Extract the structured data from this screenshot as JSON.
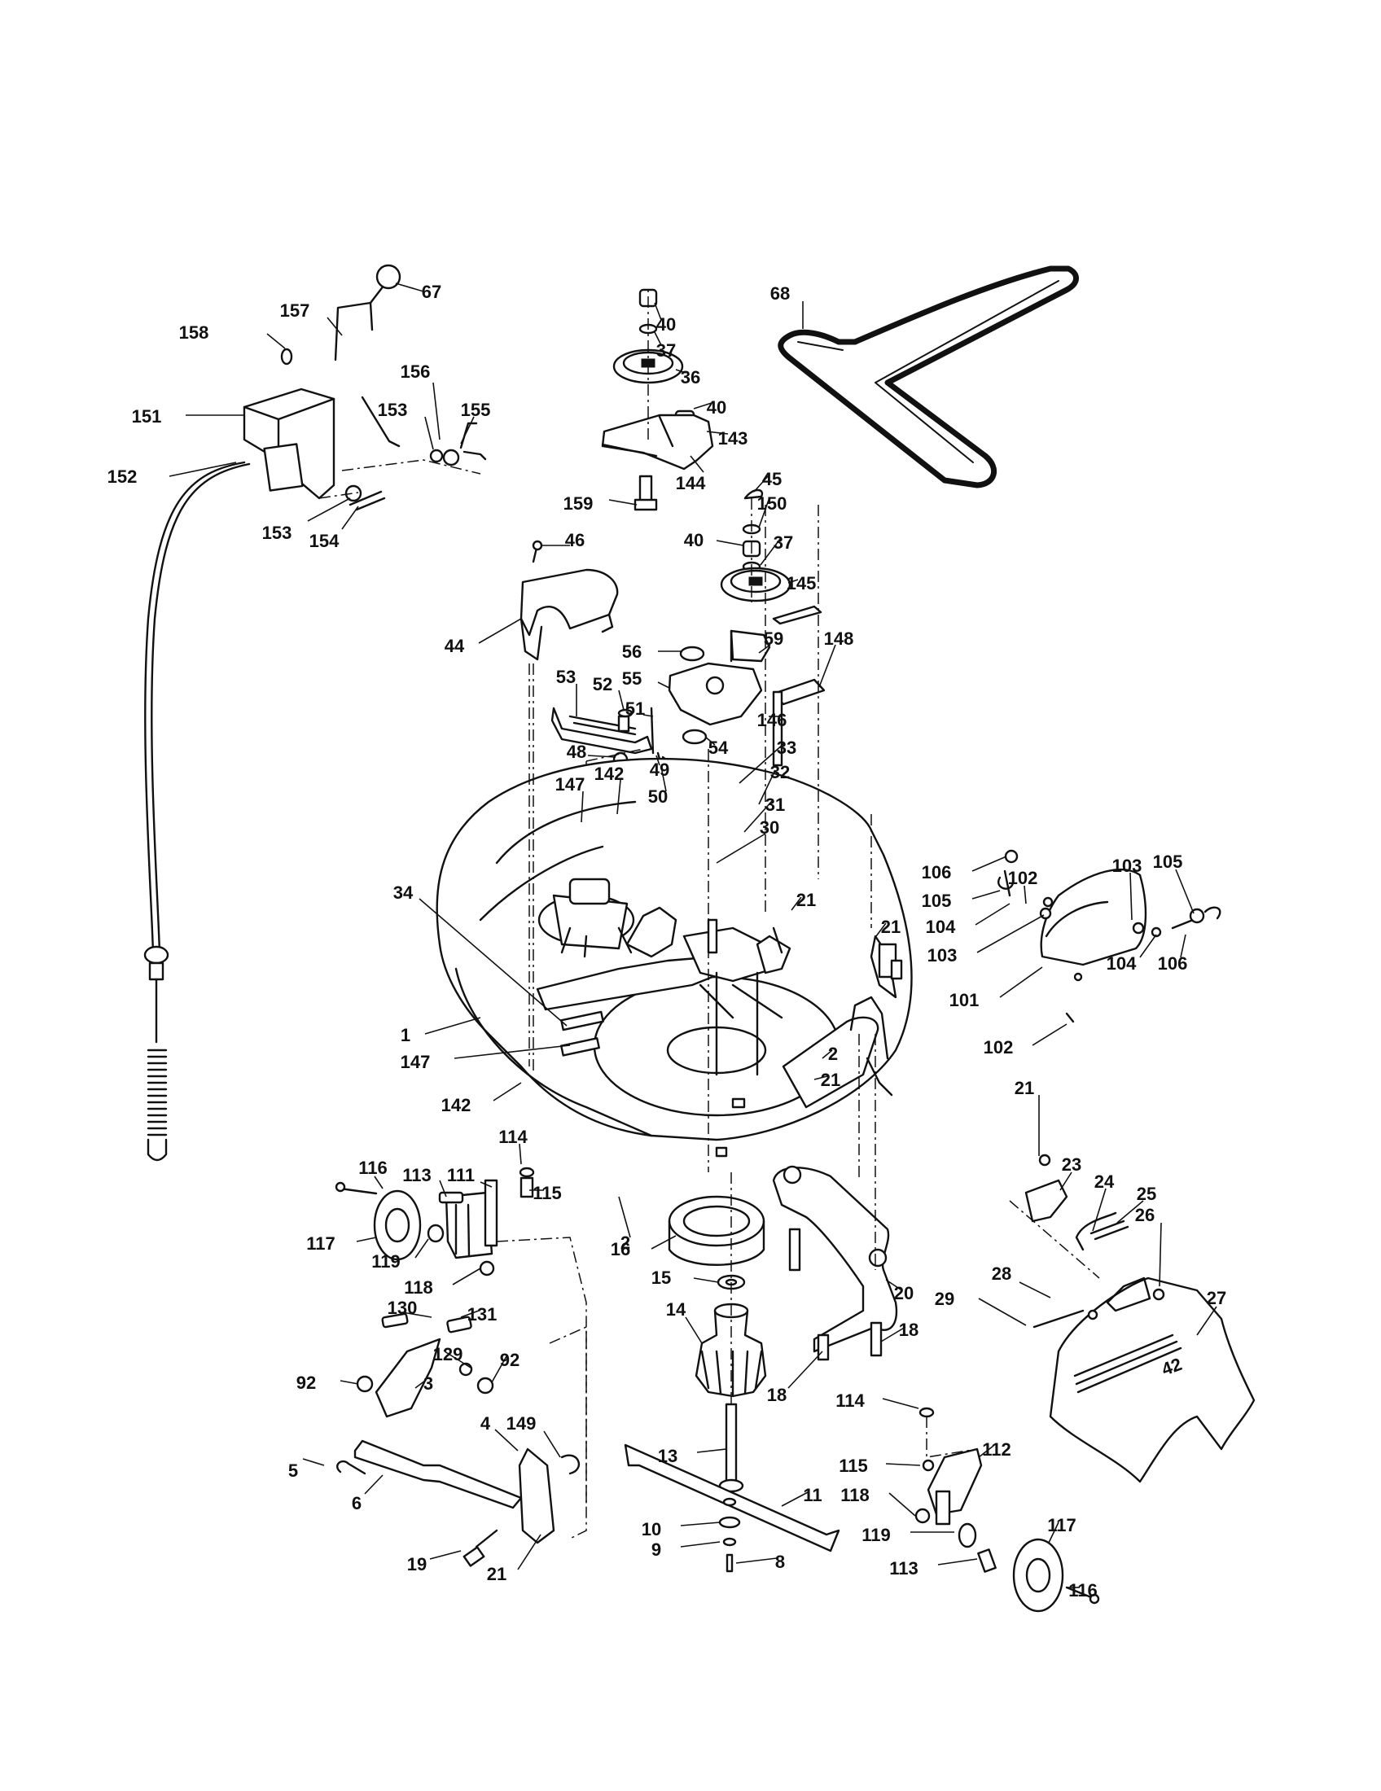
{
  "callouts": [
    {
      "id": "1",
      "text": "1"
    },
    {
      "id": "2a",
      "text": "2"
    },
    {
      "id": "2b",
      "text": "2"
    },
    {
      "id": "3",
      "text": "3"
    },
    {
      "id": "4",
      "text": "4"
    },
    {
      "id": "5",
      "text": "5"
    },
    {
      "id": "6",
      "text": "6"
    },
    {
      "id": "8",
      "text": "8"
    },
    {
      "id": "9",
      "text": "9"
    },
    {
      "id": "10",
      "text": "10"
    },
    {
      "id": "11",
      "text": "11"
    },
    {
      "id": "13",
      "text": "13"
    },
    {
      "id": "14",
      "text": "14"
    },
    {
      "id": "15",
      "text": "15"
    },
    {
      "id": "16",
      "text": "16"
    },
    {
      "id": "18a",
      "text": "18"
    },
    {
      "id": "18b",
      "text": "18"
    },
    {
      "id": "19",
      "text": "19"
    },
    {
      "id": "20",
      "text": "20"
    },
    {
      "id": "21a",
      "text": "21"
    },
    {
      "id": "21b",
      "text": "21"
    },
    {
      "id": "21c",
      "text": "21"
    },
    {
      "id": "21d",
      "text": "21"
    },
    {
      "id": "21e",
      "text": "21"
    },
    {
      "id": "23",
      "text": "23"
    },
    {
      "id": "24",
      "text": "24"
    },
    {
      "id": "25",
      "text": "25"
    },
    {
      "id": "26",
      "text": "26"
    },
    {
      "id": "27",
      "text": "27"
    },
    {
      "id": "28",
      "text": "28"
    },
    {
      "id": "29",
      "text": "29"
    },
    {
      "id": "30",
      "text": "30"
    },
    {
      "id": "31",
      "text": "31"
    },
    {
      "id": "32",
      "text": "32"
    },
    {
      "id": "33",
      "text": "33"
    },
    {
      "id": "34",
      "text": "34"
    },
    {
      "id": "36",
      "text": "36"
    },
    {
      "id": "37a",
      "text": "37"
    },
    {
      "id": "37b",
      "text": "37"
    },
    {
      "id": "40a",
      "text": "40"
    },
    {
      "id": "40b",
      "text": "40"
    },
    {
      "id": "40c",
      "text": "40"
    },
    {
      "id": "44",
      "text": "44"
    },
    {
      "id": "45",
      "text": "45"
    },
    {
      "id": "46",
      "text": "46"
    },
    {
      "id": "48",
      "text": "48"
    },
    {
      "id": "49",
      "text": "49"
    },
    {
      "id": "50",
      "text": "50"
    },
    {
      "id": "51",
      "text": "51"
    },
    {
      "id": "52",
      "text": "52"
    },
    {
      "id": "53",
      "text": "53"
    },
    {
      "id": "54",
      "text": "54"
    },
    {
      "id": "55",
      "text": "55"
    },
    {
      "id": "56",
      "text": "56"
    },
    {
      "id": "59",
      "text": "59"
    },
    {
      "id": "67",
      "text": "67"
    },
    {
      "id": "68",
      "text": "68"
    },
    {
      "id": "92a",
      "text": "92"
    },
    {
      "id": "92b",
      "text": "92"
    },
    {
      "id": "101",
      "text": "101"
    },
    {
      "id": "102a",
      "text": "102"
    },
    {
      "id": "102b",
      "text": "102"
    },
    {
      "id": "103a",
      "text": "103"
    },
    {
      "id": "103b",
      "text": "103"
    },
    {
      "id": "104a",
      "text": "104"
    },
    {
      "id": "104b",
      "text": "104"
    },
    {
      "id": "105a",
      "text": "105"
    },
    {
      "id": "105b",
      "text": "105"
    },
    {
      "id": "106a",
      "text": "106"
    },
    {
      "id": "106b",
      "text": "106"
    },
    {
      "id": "111",
      "text": "111"
    },
    {
      "id": "112",
      "text": "112"
    },
    {
      "id": "113a",
      "text": "113"
    },
    {
      "id": "113b",
      "text": "113"
    },
    {
      "id": "114a",
      "text": "114"
    },
    {
      "id": "114b",
      "text": "114"
    },
    {
      "id": "115a",
      "text": "115"
    },
    {
      "id": "115b",
      "text": "115"
    },
    {
      "id": "116a",
      "text": "116"
    },
    {
      "id": "116b",
      "text": "116"
    },
    {
      "id": "117a",
      "text": "117"
    },
    {
      "id": "117b",
      "text": "117"
    },
    {
      "id": "118a",
      "text": "118"
    },
    {
      "id": "118b",
      "text": "118"
    },
    {
      "id": "119a",
      "text": "119"
    },
    {
      "id": "119b",
      "text": "119"
    },
    {
      "id": "129",
      "text": "129"
    },
    {
      "id": "130",
      "text": "130"
    },
    {
      "id": "131",
      "text": "131"
    },
    {
      "id": "142a",
      "text": "142"
    },
    {
      "id": "142b",
      "text": "142"
    },
    {
      "id": "143",
      "text": "143"
    },
    {
      "id": "144",
      "text": "144"
    },
    {
      "id": "145",
      "text": "145"
    },
    {
      "id": "146",
      "text": "146"
    },
    {
      "id": "147a",
      "text": "147"
    },
    {
      "id": "147b",
      "text": "147"
    },
    {
      "id": "148",
      "text": "148"
    },
    {
      "id": "149",
      "text": "149"
    },
    {
      "id": "150",
      "text": "150"
    },
    {
      "id": "151",
      "text": "151"
    },
    {
      "id": "152",
      "text": "152"
    },
    {
      "id": "153a",
      "text": "153"
    },
    {
      "id": "153b",
      "text": "153"
    },
    {
      "id": "154",
      "text": "154"
    },
    {
      "id": "155",
      "text": "155"
    },
    {
      "id": "156",
      "text": "156"
    },
    {
      "id": "157",
      "text": "157"
    },
    {
      "id": "158",
      "text": "158"
    },
    {
      "id": "159",
      "text": "159"
    }
  ],
  "deck_decal": "42"
}
